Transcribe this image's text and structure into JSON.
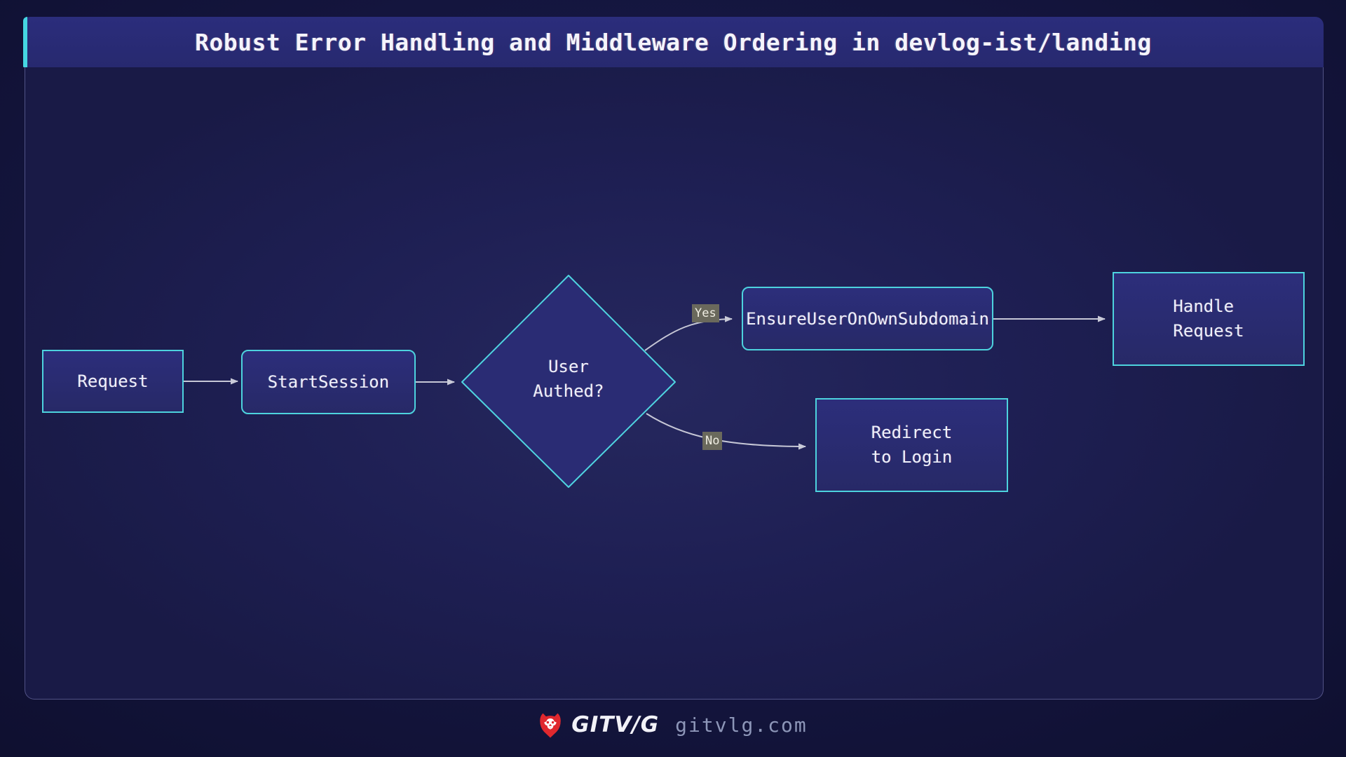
{
  "title": "Robust Error Handling and Middleware Ordering in devlog-ist/landing",
  "flowchart": {
    "nodes": {
      "request": {
        "label": "Request"
      },
      "start_session": {
        "label": "StartSession"
      },
      "user_authed": {
        "line1": "User",
        "line2": "Authed?"
      },
      "ensure_user_on_own_subdomain": {
        "label": "EnsureUserOnOwnSubdomain"
      },
      "handle_request": {
        "line1": "Handle",
        "line2": "Request"
      },
      "redirect_to_login": {
        "line1": "Redirect",
        "line2": "to Login"
      }
    },
    "edge_labels": {
      "yes": "Yes",
      "no": "No"
    }
  },
  "footer": {
    "brand": "GITV/G",
    "website": "gitvlg.com",
    "logo_icon": "lion-icon"
  },
  "colors": {
    "accent_cyan": "#45d6e2",
    "node_border": "#4dd3de",
    "node_fill": "#2a2c74",
    "title_bar_fill": "#292b76",
    "edge_stroke": "#c6c7d6",
    "edge_label_bg": "#6a695c",
    "brand_red": "#e0282e",
    "site_text": "#8d96b8"
  }
}
